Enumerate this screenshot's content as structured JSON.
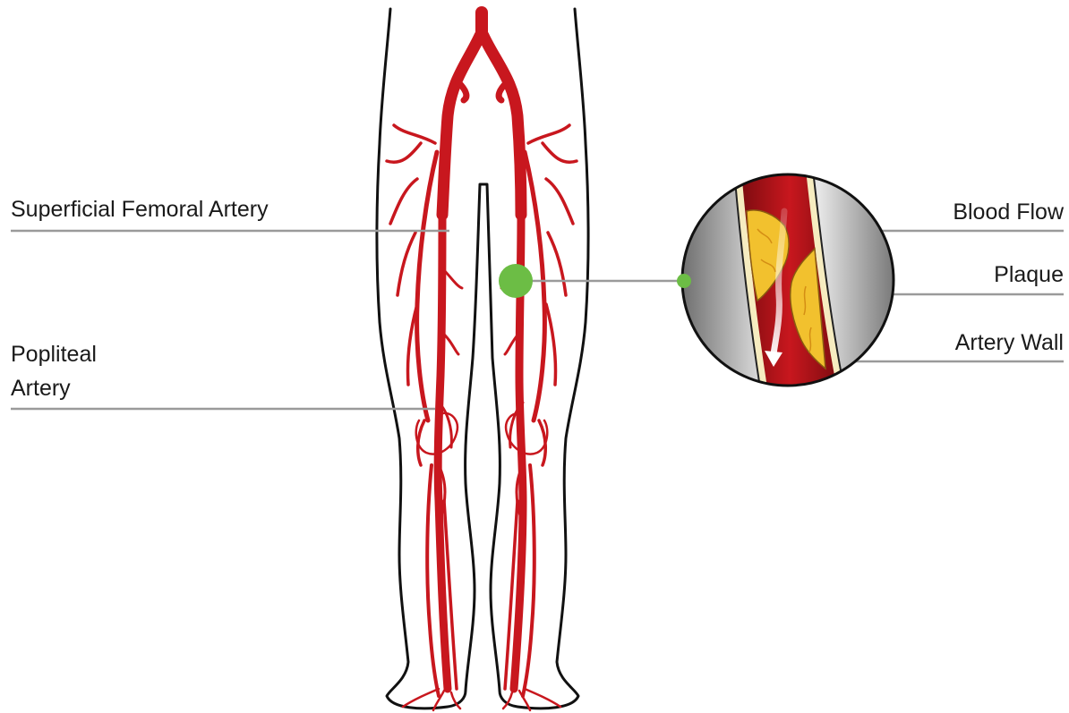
{
  "labels": {
    "superficial_femoral_artery": "Superficial Femoral Artery",
    "popliteal_line1": "Popliteal",
    "popliteal_line2": "Artery",
    "blood_flow": "Blood Flow",
    "plaque": "Plaque",
    "artery_wall": "Artery Wall"
  },
  "colors": {
    "artery": "#c8171e",
    "artery_dark": "#8e0f14",
    "plaque": "#f2c12e",
    "plaque_light": "#f7dc6a",
    "marker": "#6cbd45",
    "leader_line": "#9a9a9a",
    "outline": "#111111",
    "vessel_wall": "#f6ecc0"
  }
}
